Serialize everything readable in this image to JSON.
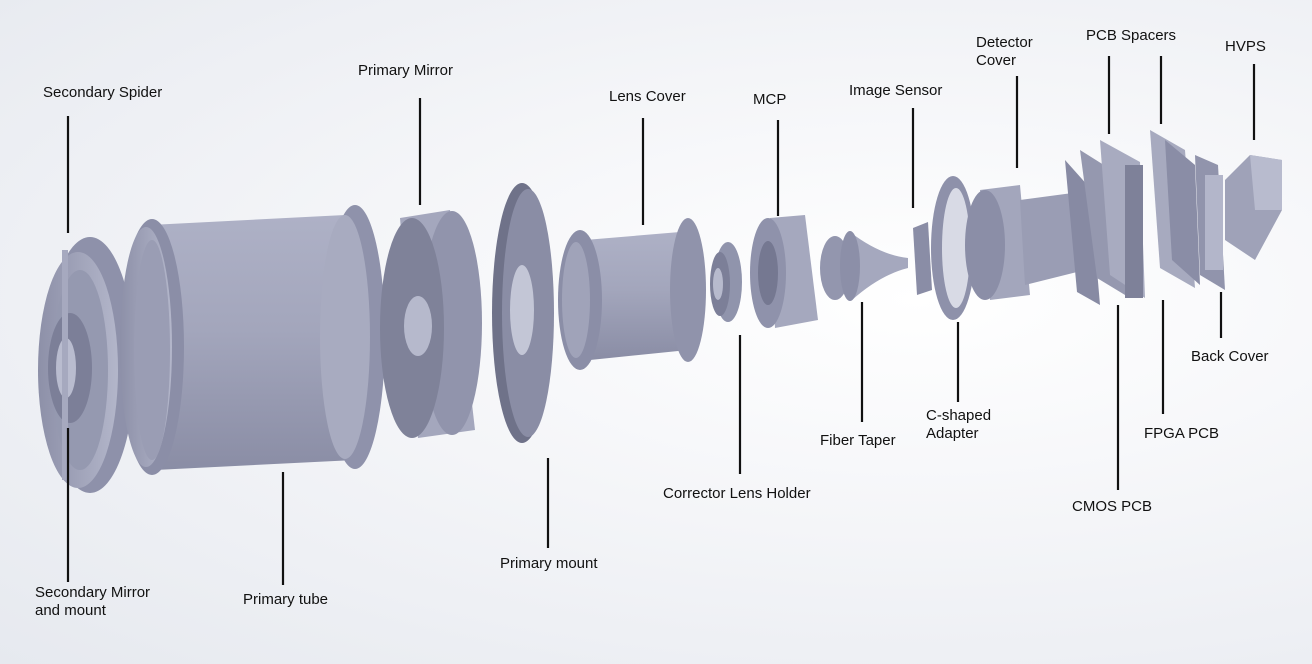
{
  "labels": {
    "secondary_spider": "Secondary Spider",
    "secondary_mirror_l1": "Secondary Mirror",
    "secondary_mirror_l2": "and mount",
    "primary_tube": "Primary tube",
    "primary_mirror": "Primary Mirror",
    "primary_mount": "Primary mount",
    "lens_cover": "Lens Cover",
    "corrector_lens_holder": "Corrector Lens Holder",
    "mcp": "MCP",
    "fiber_taper": "Fiber Taper",
    "image_sensor": "Image Sensor",
    "c_adapter_l1": "C-shaped",
    "c_adapter_l2": "Adapter",
    "detector_cover_l1": "Detector",
    "detector_cover_l2": "Cover",
    "pcb_spacers": "PCB Spacers",
    "hvps": "HVPS",
    "back_cover": "Back Cover",
    "fpga_pcb": "FPGA PCB",
    "cmos_pcb": "CMOS PCB"
  },
  "colors": {
    "part_fill": "#9ea2b8",
    "part_light": "#b7bace",
    "part_dark": "#6e7189",
    "line": "#111111"
  }
}
